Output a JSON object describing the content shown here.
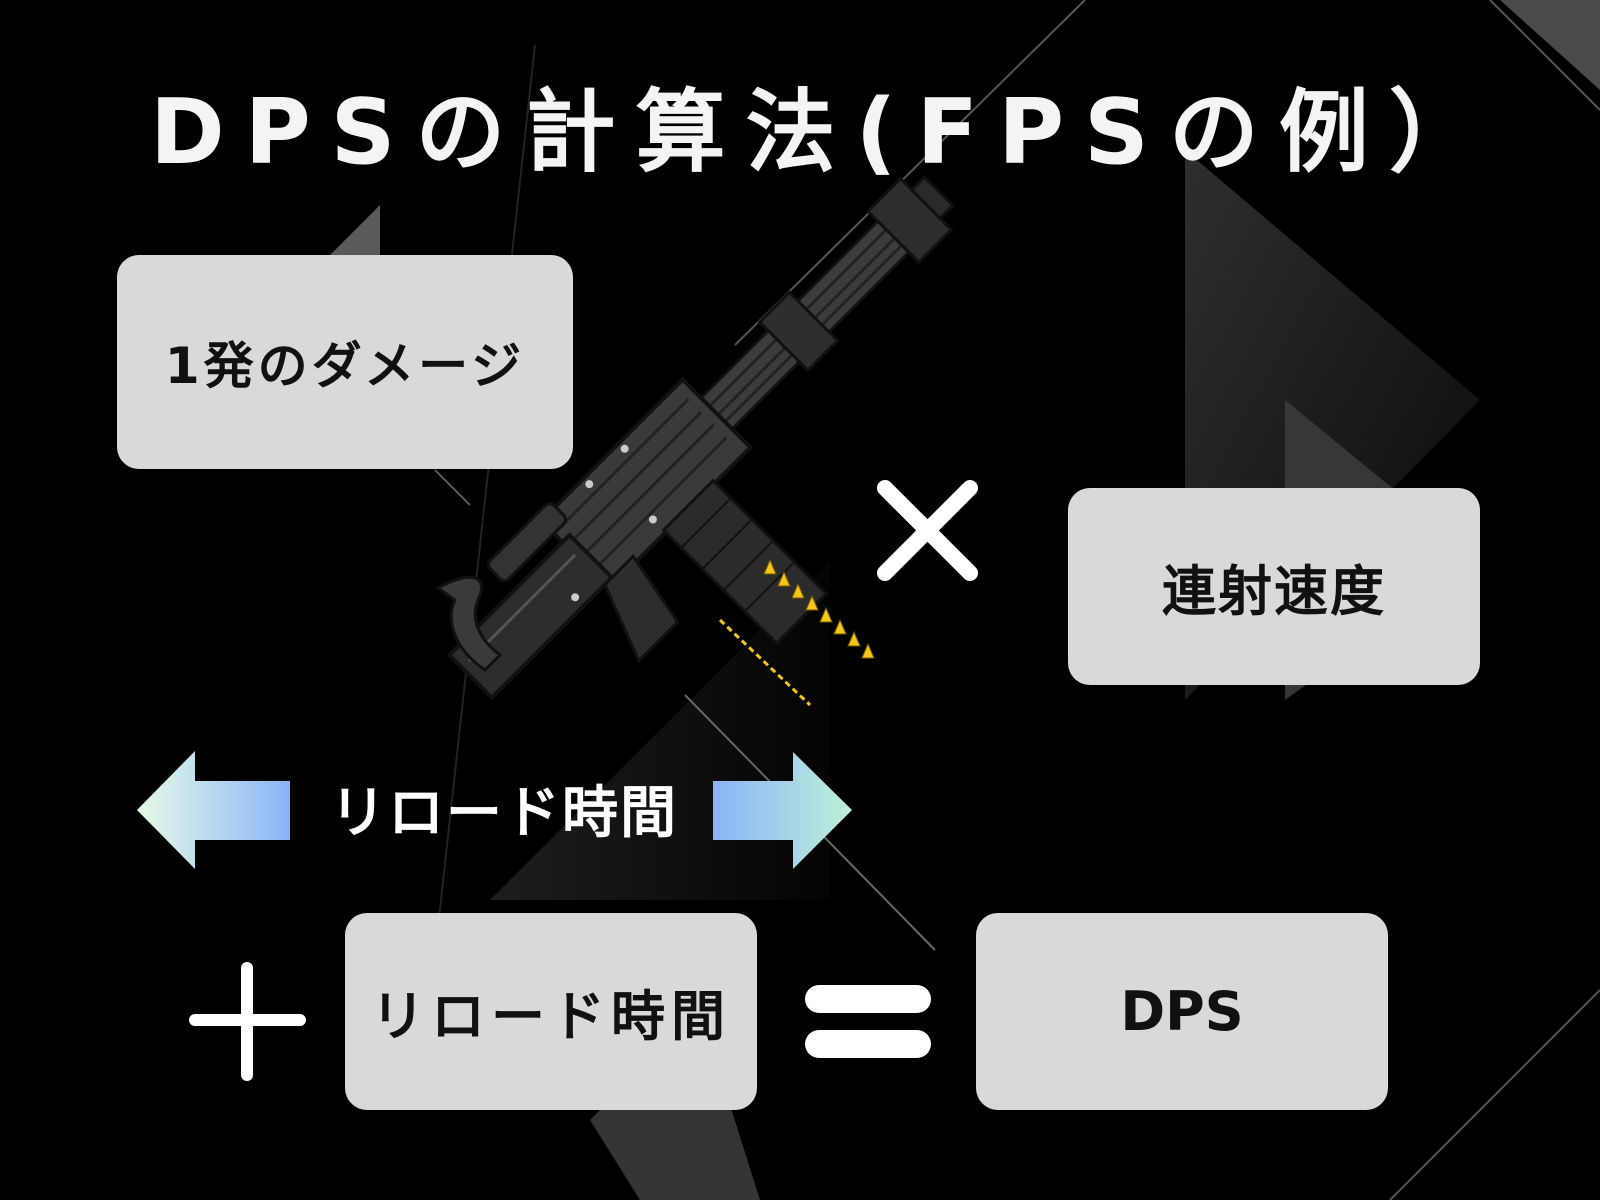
{
  "title": "DPSの計算法(FPSの例）",
  "boxes": {
    "damage": "1発のダメージ",
    "fire_rate": "連射速度",
    "reload": "リロード時間",
    "dps": "DPS"
  },
  "reload_label": "リロード時間",
  "operators": {
    "multiply": "multiply-icon",
    "plus": "plus-icon",
    "equals": "equals-icon"
  },
  "colors": {
    "background": "#000000",
    "box": "#d9d9d9",
    "text_light": "#ffffff",
    "arrow_gradient_start": "#d7f7e6",
    "arrow_gradient_end": "#8ab4f8",
    "ammo": "#f5c518"
  }
}
